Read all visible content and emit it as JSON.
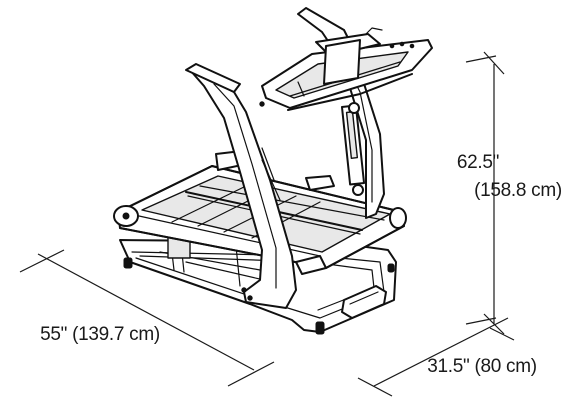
{
  "figure": {
    "subject": "treadmill-climber line drawing",
    "background": "#ffffff",
    "line_color": "#111111"
  },
  "dimensions": {
    "height_label": "62.5\"",
    "height_metric": "(158.8 cm)",
    "length_label": "55\" (139.7 cm)",
    "width_label": "31.5\" (80 cm)"
  }
}
